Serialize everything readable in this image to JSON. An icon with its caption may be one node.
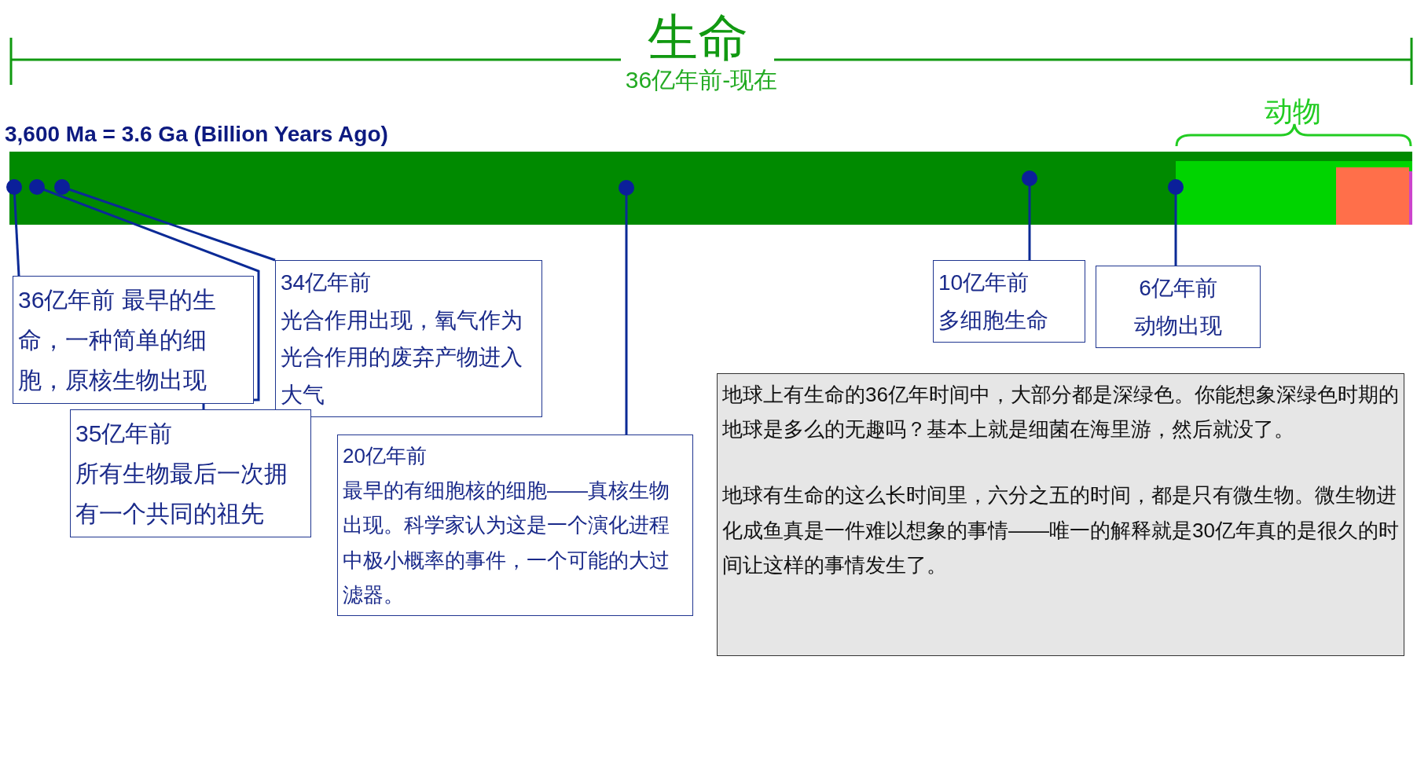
{
  "diagram": {
    "title": "生命",
    "nodes": [
      {
        "text": [],
        "shape": "circle"
      },
      {
        "text": [],
        "shape": "circle"
      },
      {
        "text": [],
        "shape": "circle"
      },
      {
        "text": [],
        "shape": "circle"
      },
      {
        "text": [],
        "shape": "circle"
      },
      {
        "text": [],
        "shape": "circle"
      },
      {
        "text": [
          "36亿年前 最早的生命，一种简单的细胞，原核生物出现"
        ]
      },
      {
        "text": [
          "34亿年前",
          "光合作用出现，氧气作为光合作用的废弃产物进入大气"
        ]
      },
      {
        "text": [
          "35亿年前",
          "所有生物最后一次拥有一个共同的祖先"
        ]
      },
      {
        "text": [
          "20亿年前",
          "最早的有细胞核的细胞——真核生物出现。科学家认为这是一个演化进程中极小概率的事件，一个可能的大过滤器。"
        ]
      },
      {
        "text": [
          "10亿年前",
          "多细胞生命"
        ]
      },
      {
        "text": [
          "6亿年前",
          "动物出现"
        ]
      },
      {
        "text": [
          "地球上有生命的36亿年时间中，大部分都是深绿色。你能想象深绿色时期的地球是多么的无趣吗？基本上就是细菌在海里游，然后就没了。",
          "地球有生命的这么长时间里，六分之五的时间，都是只有微生物。微生物进化成鱼真是一件难以想象的事情——唯一的解释就是30亿年真的是很久的时间让这样的事情发生了。"
        ]
      }
    ],
    "edges": [
      {
        "from": 6,
        "to": 0,
        "arrow": "none"
      },
      {
        "from": 8,
        "to": 1,
        "arrow": "none"
      },
      {
        "from": 7,
        "to": 2,
        "arrow": "none"
      },
      {
        "from": 9,
        "to": 3,
        "arrow": "none"
      },
      {
        "from": 10,
        "to": 4,
        "arrow": "none"
      },
      {
        "from": 11,
        "to": 5,
        "arrow": "none"
      }
    ],
    "labels": [
      "36亿年前-现在",
      "3,600 Ma = 3.6 Ga (Billion Years Ago)",
      "动物"
    ]
  }
}
